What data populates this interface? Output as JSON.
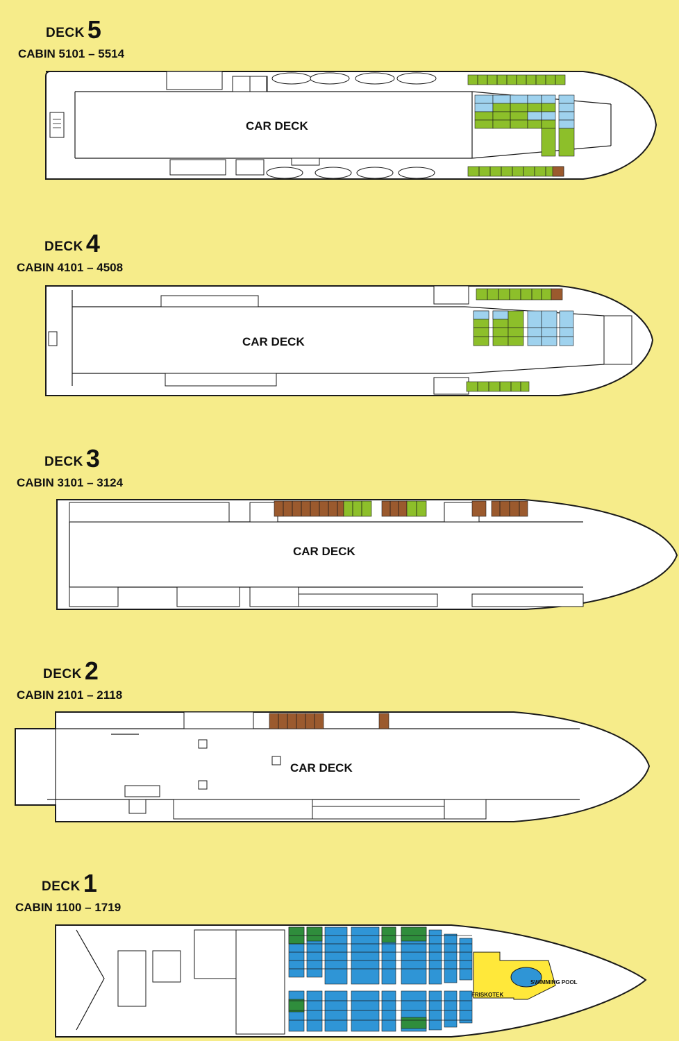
{
  "palette": {
    "background": "#f6ec8a",
    "cabin_green": "#8dbf2a",
    "cabin_blue": "#9fd2ee",
    "cabin_blue_dark": "#2f95d6",
    "cabin_brown": "#9b5a2e",
    "cabin_dark_green": "#2f8d3c",
    "friskotek_yellow": "#ffe83a",
    "pool_blue": "#2f95d6"
  },
  "decks": [
    {
      "title": "DECK",
      "number": "5",
      "cabins": "CABIN 5101 – 5514",
      "area_label": "CAR DECK"
    },
    {
      "title": "DECK",
      "number": "4",
      "cabins": "CABIN 4101 – 4508",
      "area_label": "CAR DECK"
    },
    {
      "title": "DECK",
      "number": "3",
      "cabins": "CABIN 3101 – 3124",
      "area_label": "CAR DECK"
    },
    {
      "title": "DECK",
      "number": "2",
      "cabins": "CABIN 2101 – 2118",
      "area_label": "CAR DECK"
    },
    {
      "title": "DECK",
      "number": "1",
      "cabins": "CABIN 1100 – 1719",
      "friskotek": "FRISKOTEK",
      "pool": "SWIMMING POOL"
    }
  ]
}
